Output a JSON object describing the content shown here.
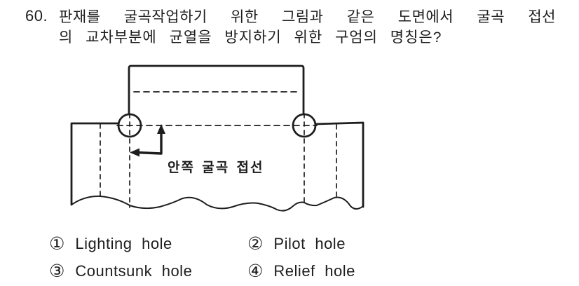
{
  "question": {
    "number": "60.",
    "text_line1": "판재를 굴곡작업하기 위한 그림과 같은 도면에서 굴곡 접선",
    "text_line2": "의 교차부분에 균열을 방지하기 위한 구엄의 명칭은?"
  },
  "diagram": {
    "annotation_label": "안쪽 굴곡 접선",
    "ink_color": "#1d1d1d"
  },
  "options": [
    {
      "num": "①",
      "label": "Lighting hole"
    },
    {
      "num": "②",
      "label": "Pilot hole"
    },
    {
      "num": "③",
      "label": "Countsunk hole"
    },
    {
      "num": "④",
      "label": "Relief hole"
    }
  ]
}
